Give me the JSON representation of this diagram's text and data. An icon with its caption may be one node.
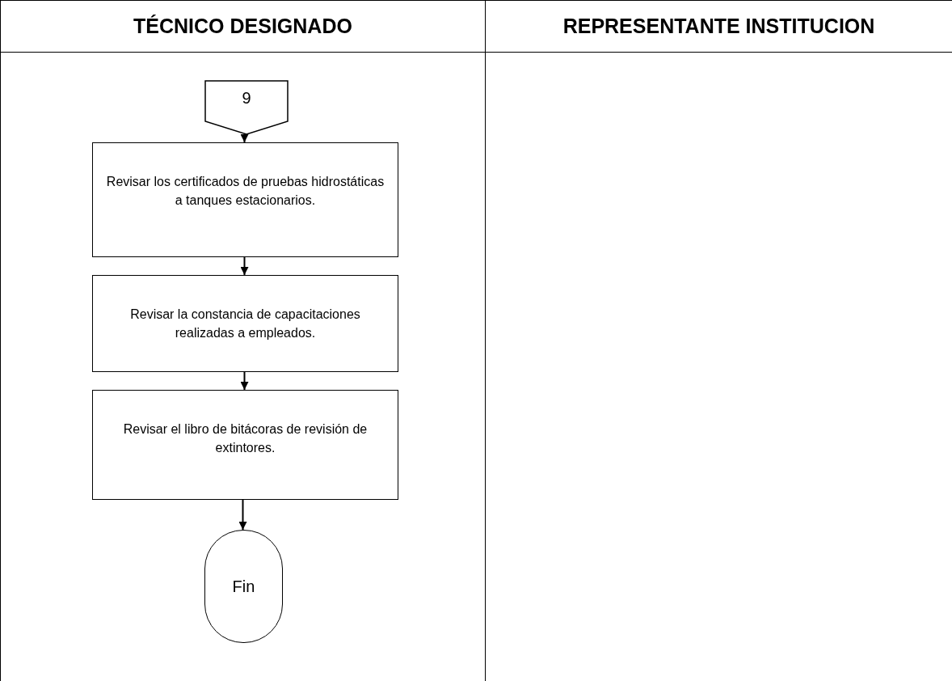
{
  "diagram": {
    "nodes": [
      {
        "text": [
          "TÉCNICO DESIGNADO"
        ]
      },
      {
        "text": [
          "REPRESENTANTE INSTITUCION"
        ]
      },
      {
        "text": [
          "9"
        ],
        "in": 0
      },
      {
        "text": [
          "Revisar los certificados de pruebas hidrostáticas a tanques estacionarios."
        ],
        "in": 0
      },
      {
        "text": [
          "Revisar la constancia de capacitaciones realizadas a empleados."
        ],
        "in": 0
      },
      {
        "text": [
          "Revisar el libro de bitácoras de revisión de extintores."
        ],
        "in": 0
      },
      {
        "text": [
          "Fin"
        ],
        "in": 0
      }
    ],
    "edges": [
      {
        "from": 2,
        "to": 3,
        "arrow": "to"
      },
      {
        "from": 3,
        "to": 4,
        "arrow": "to"
      },
      {
        "from": 4,
        "to": 5,
        "arrow": "to"
      },
      {
        "from": 5,
        "to": 6,
        "arrow": "to"
      }
    ]
  }
}
